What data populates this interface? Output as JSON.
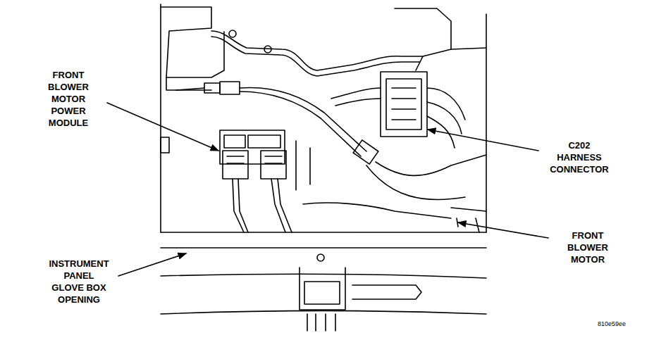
{
  "diagram": {
    "labels": [
      "FRONT BLOWER MOTOR POWER MODULE",
      "C202 HARNESS CONNECTOR",
      "FRONT BLOWER MOTOR",
      "INSTRUMENT PANEL GLOVE BOX OPENING",
      "810e59ee"
    ]
  }
}
